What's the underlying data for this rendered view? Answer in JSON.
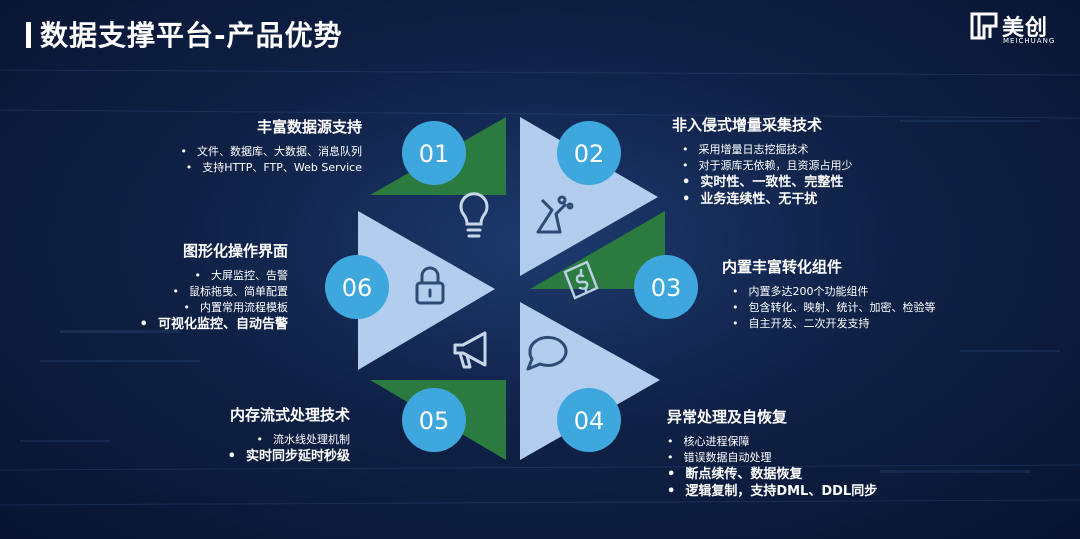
{
  "page": {
    "title": "数据支撑平台-产品优势"
  },
  "logo": {
    "text": "美创",
    "sub": "MEICHUANG"
  },
  "colors": {
    "green": "#2b7a3f",
    "light": "#b3cdef",
    "circle": "#3ea8de",
    "icon": "#c8d6ea"
  },
  "segments": [
    {
      "number": "01",
      "icon": "lightbulb-icon",
      "title": "丰富数据源支持",
      "items": [
        {
          "text": "文件、数据库、大数据、消息队列",
          "bold": false
        },
        {
          "text": "支持HTTP、FTP、Web Service",
          "bold": false
        }
      ]
    },
    {
      "number": "02",
      "icon": "flask-icon",
      "title": "非入侵式增量采集技术",
      "items": [
        {
          "text": "采用增量日志挖掘技术",
          "bold": false
        },
        {
          "text": "对于源库无依赖，且资源占用少",
          "bold": false
        },
        {
          "text": "实时性、一致性、完整性",
          "bold": true
        },
        {
          "text": "业务连续性、无干扰",
          "bold": true
        }
      ]
    },
    {
      "number": "03",
      "icon": "money-icon",
      "title": "内置丰富转化组件",
      "items": [
        {
          "text": "内置多达200个功能组件",
          "bold": false
        },
        {
          "text": "包含转化、映射、统计、加密、检验等",
          "bold": false
        },
        {
          "text": "自主开发、二次开发支持",
          "bold": false
        }
      ]
    },
    {
      "number": "04",
      "icon": "chat-bubble-icon",
      "title": "异常处理及自恢复",
      "items": [
        {
          "text": "核心进程保障",
          "bold": false
        },
        {
          "text": "错误数据自动处理",
          "bold": false
        },
        {
          "text": "断点续传、数据恢复",
          "bold": true
        },
        {
          "text": "逻辑复制，支持DML、DDL同步",
          "bold": true
        }
      ]
    },
    {
      "number": "05",
      "icon": "megaphone-icon",
      "title": "内存流式处理技术",
      "items": [
        {
          "text": "流水线处理机制",
          "bold": false
        },
        {
          "text": "实时同步延时秒级",
          "bold": true
        }
      ]
    },
    {
      "number": "06",
      "icon": "lock-icon",
      "title": "图形化操作界面",
      "items": [
        {
          "text": "大屏监控、告警",
          "bold": false
        },
        {
          "text": "鼠标拖曳、简单配置",
          "bold": false
        },
        {
          "text": "内置常用流程模板",
          "bold": false
        },
        {
          "text": "可视化监控、自动告警",
          "bold": true
        }
      ]
    }
  ]
}
